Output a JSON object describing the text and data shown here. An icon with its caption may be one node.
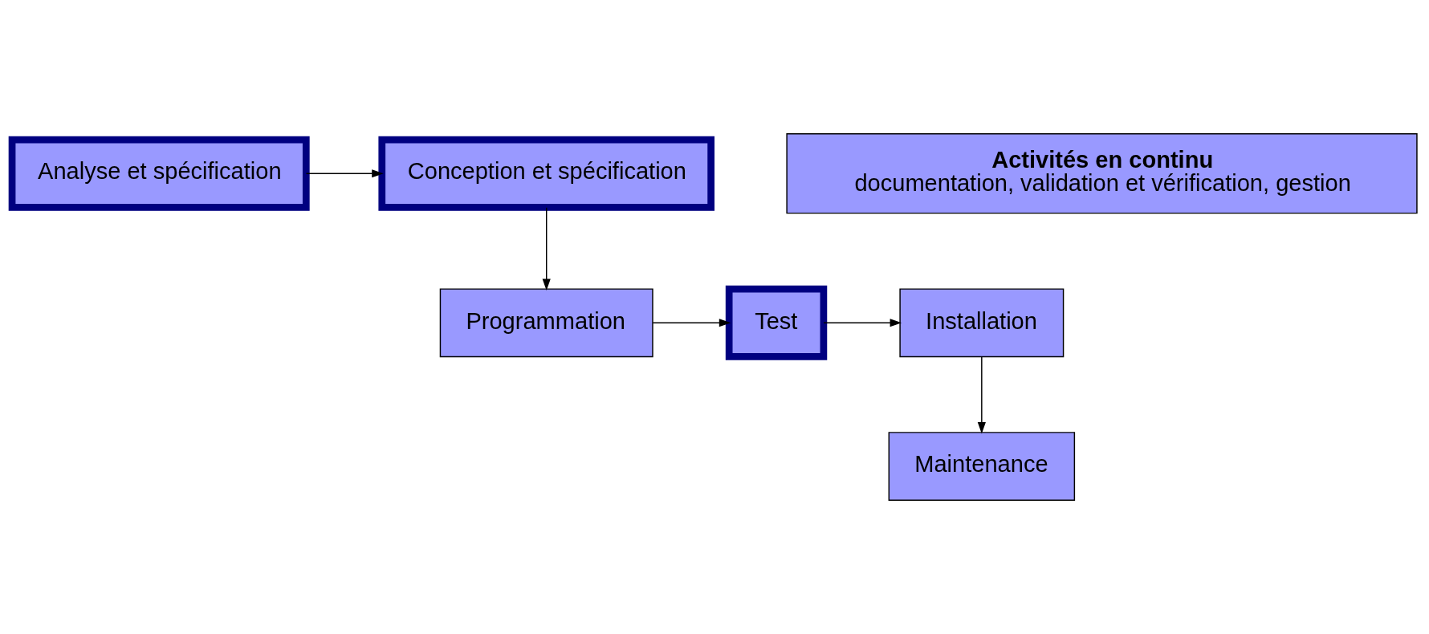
{
  "diagram": {
    "nodes": [
      {
        "text": [
          "Analyse et spécification"
        ]
      },
      {
        "text": [
          "Conception et spécification"
        ]
      },
      {
        "text": [
          "Programmation"
        ]
      },
      {
        "text": [
          "Test"
        ]
      },
      {
        "text": [
          "Installation"
        ]
      },
      {
        "text": [
          "Maintenance"
        ]
      },
      {
        "text": [
          "Activités en continu",
          "documentation, validation et vérification, gestion"
        ]
      }
    ],
    "edges": [
      {
        "from": 0,
        "to": 1,
        "arrow": "to"
      },
      {
        "from": 1,
        "to": 2,
        "arrow": "to"
      },
      {
        "from": 2,
        "to": 3,
        "arrow": "to"
      },
      {
        "from": 3,
        "to": 4,
        "arrow": "to"
      },
      {
        "from": 4,
        "to": 5,
        "arrow": "to"
      }
    ]
  }
}
